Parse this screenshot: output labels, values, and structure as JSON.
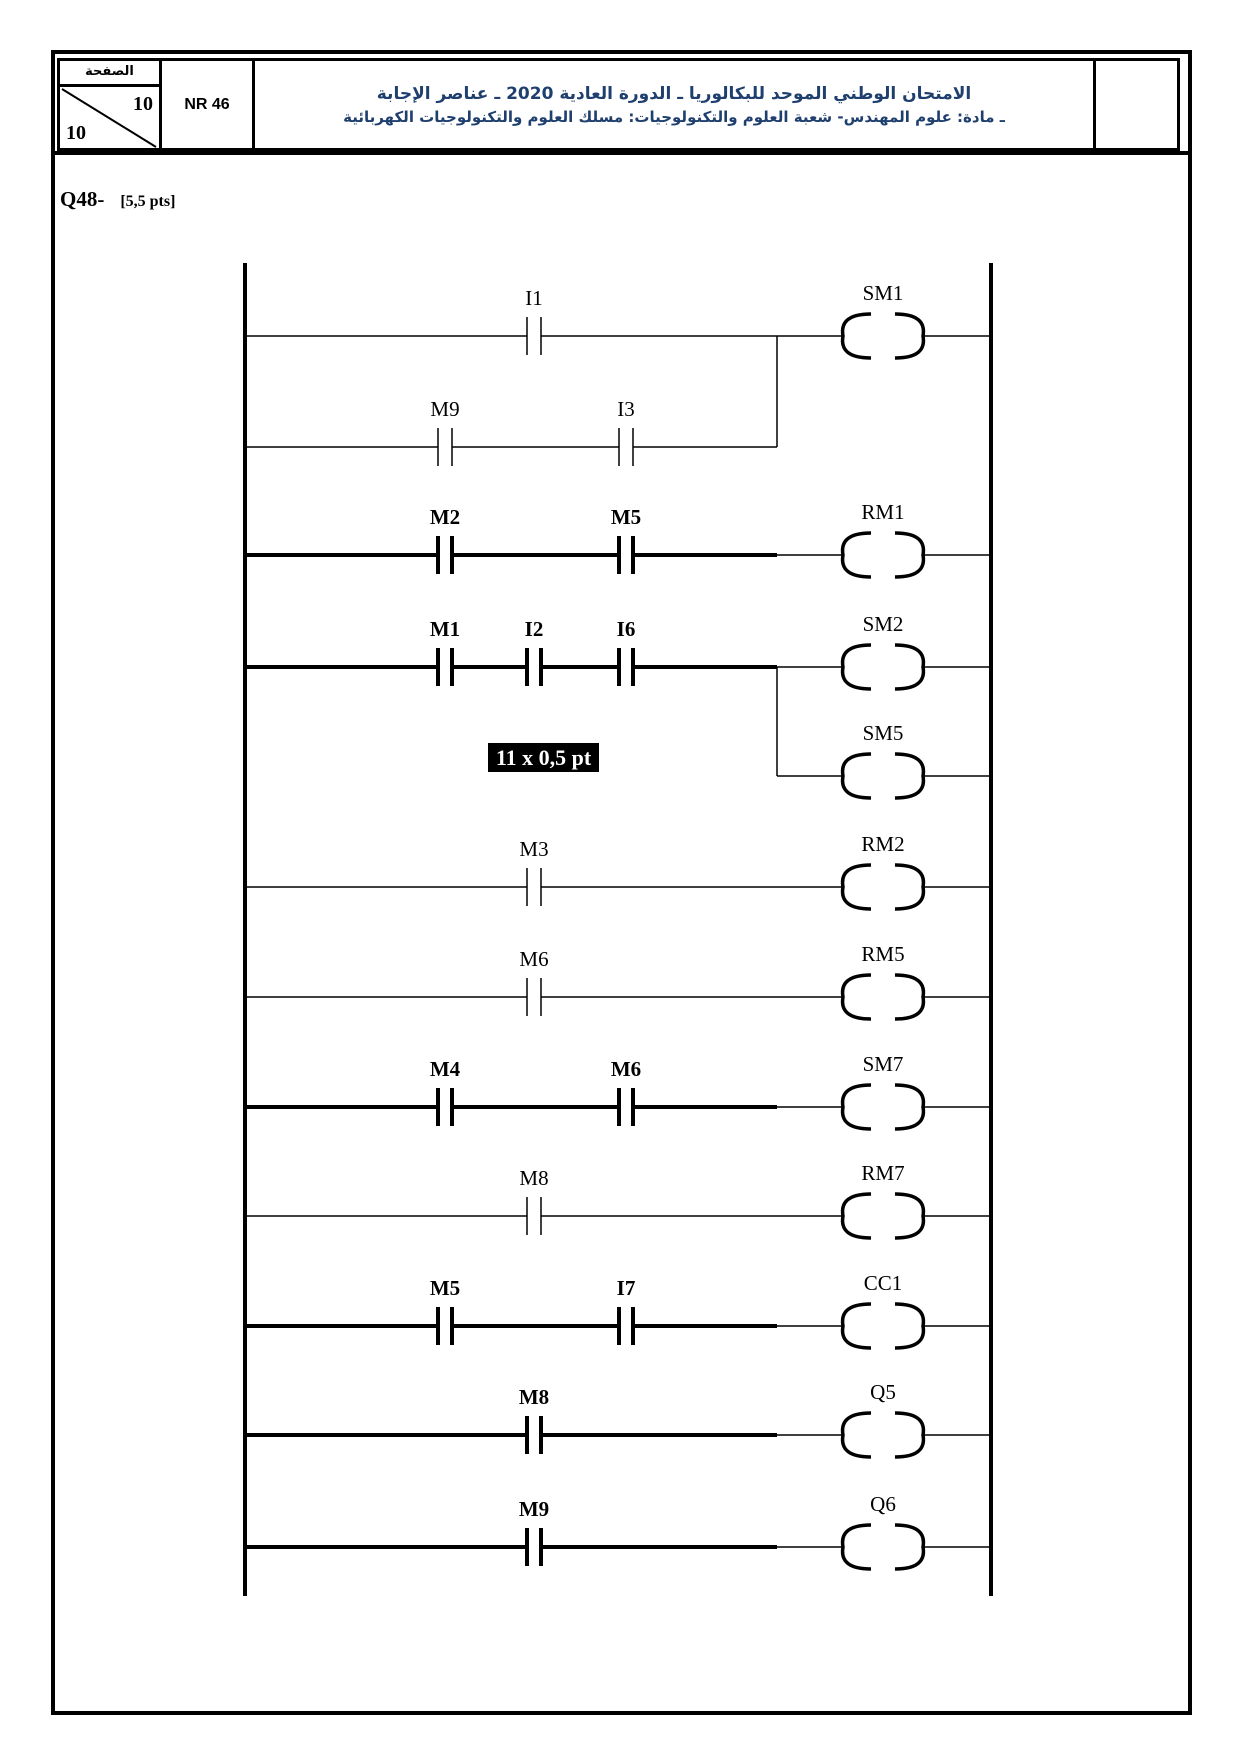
{
  "header": {
    "page_label": "الصفحة",
    "page_current": "10",
    "page_total": "10",
    "code": "NR 46",
    "title_line1": "الامتحان الوطني الموحد للبكالوريا ـ الدورة العادية 2020 ـ عناصر الإجابة",
    "title_line2": "ـ مادة: علوم المهندس- شعبة العلوم والتكنولوجيات: مسلك العلوم والتكنولوجيات الكهربائية",
    "title_color": "#1f3f6e"
  },
  "question": {
    "number": "Q48-",
    "points": "[5,5 pts]"
  },
  "badge": "11 x 0,5 pt",
  "ladder": {
    "rungs": [
      {
        "id": "r1",
        "bold": false,
        "contacts": [
          {
            "label": "I1",
            "pos": "center"
          }
        ],
        "coil": "SM1",
        "branch_to_next": "parallel_input"
      },
      {
        "id": "r2",
        "bold": false,
        "contacts": [
          {
            "label": "M9",
            "pos": "left"
          },
          {
            "label": "I3",
            "pos": "right"
          }
        ],
        "coil": null
      },
      {
        "id": "r3",
        "bold": true,
        "contacts": [
          {
            "label": "M2",
            "pos": "left"
          },
          {
            "label": "M5",
            "pos": "right"
          }
        ],
        "coil": "RM1"
      },
      {
        "id": "r4",
        "bold": true,
        "contacts": [
          {
            "label": "M1",
            "pos": "left"
          },
          {
            "label": "I2",
            "pos": "center"
          },
          {
            "label": "I6",
            "pos": "right"
          }
        ],
        "coil": "SM2",
        "branch_to_next": "parallel_output"
      },
      {
        "id": "r5",
        "bold": false,
        "contacts": [],
        "coil": "SM5"
      },
      {
        "id": "r6",
        "bold": false,
        "contacts": [
          {
            "label": "M3",
            "pos": "center"
          }
        ],
        "coil": "RM2"
      },
      {
        "id": "r7",
        "bold": false,
        "contacts": [
          {
            "label": "M6",
            "pos": "center"
          }
        ],
        "coil": "RM5"
      },
      {
        "id": "r8",
        "bold": true,
        "contacts": [
          {
            "label": "M4",
            "pos": "left"
          },
          {
            "label": "M6",
            "pos": "right"
          }
        ],
        "coil": "SM7"
      },
      {
        "id": "r9",
        "bold": false,
        "contacts": [
          {
            "label": "M8",
            "pos": "center"
          }
        ],
        "coil": "RM7"
      },
      {
        "id": "r10",
        "bold": true,
        "contacts": [
          {
            "label": "M5",
            "pos": "left"
          },
          {
            "label": "I7",
            "pos": "right"
          }
        ],
        "coil": "CC1"
      },
      {
        "id": "r11",
        "bold": true,
        "contacts": [
          {
            "label": "M8",
            "pos": "center"
          }
        ],
        "coil": "Q5"
      },
      {
        "id": "r12",
        "bold": true,
        "contacts": [
          {
            "label": "M9",
            "pos": "center"
          }
        ],
        "coil": "Q6"
      }
    ]
  }
}
